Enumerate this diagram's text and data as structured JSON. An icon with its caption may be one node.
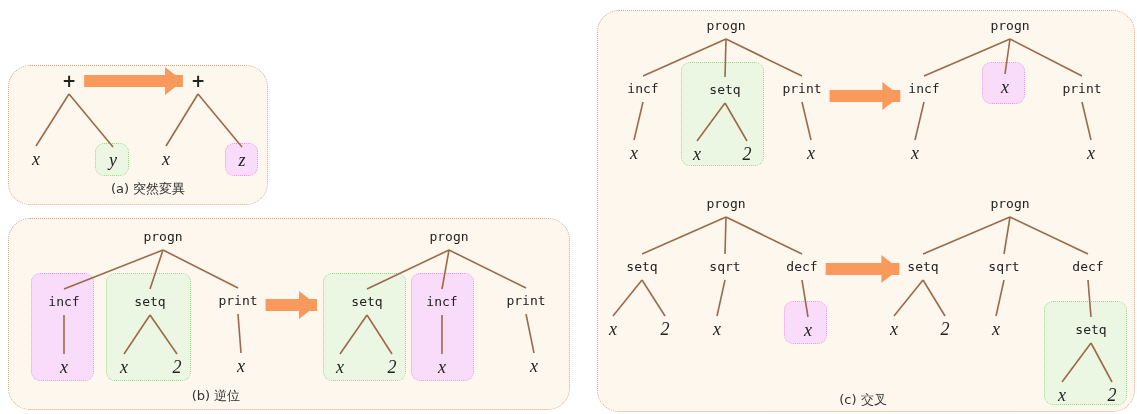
{
  "diagram": {
    "nodes": [
      {
        "text": [
          "(a) 突然変異"
        ]
      },
      {
        "text": [
          "+"
        ],
        "in": 0
      },
      {
        "text": [
          "x"
        ],
        "in": 0
      },
      {
        "text": [],
        "shape": "box",
        "in": 0
      },
      {
        "text": [
          "y"
        ],
        "in": 3
      },
      {
        "text": [
          "+"
        ],
        "in": 0
      },
      {
        "text": [
          "x"
        ],
        "in": 0
      },
      {
        "text": [],
        "shape": "box",
        "in": 0
      },
      {
        "text": [
          "z"
        ],
        "in": 7
      },
      {
        "text": [
          "(b) 逆位"
        ]
      },
      {
        "text": [
          "progn"
        ],
        "in": 9
      },
      {
        "text": [],
        "shape": "box",
        "in": 9
      },
      {
        "text": [
          "incf"
        ],
        "in": 11
      },
      {
        "text": [
          "x"
        ],
        "in": 11
      },
      {
        "text": [],
        "shape": "box",
        "in": 9
      },
      {
        "text": [
          "setq"
        ],
        "in": 14
      },
      {
        "text": [
          "x"
        ],
        "in": 14
      },
      {
        "text": [
          "2"
        ],
        "in": 14
      },
      {
        "text": [
          "print"
        ],
        "in": 9
      },
      {
        "text": [
          "x"
        ],
        "in": 9
      },
      {
        "text": [
          "progn"
        ],
        "in": 9
      },
      {
        "text": [],
        "shape": "box",
        "in": 9
      },
      {
        "text": [
          "setq"
        ],
        "in": 21
      },
      {
        "text": [
          "x"
        ],
        "in": 21
      },
      {
        "text": [
          "2"
        ],
        "in": 21
      },
      {
        "text": [],
        "shape": "box",
        "in": 9
      },
      {
        "text": [
          "incf"
        ],
        "in": 25
      },
      {
        "text": [
          "x"
        ],
        "in": 25
      },
      {
        "text": [
          "print"
        ],
        "in": 9
      },
      {
        "text": [
          "x"
        ],
        "in": 9
      },
      {
        "text": [
          "(c) 交叉"
        ]
      },
      {
        "text": [
          "progn"
        ],
        "in": 30
      },
      {
        "text": [
          "incf"
        ],
        "in": 30
      },
      {
        "text": [
          "x"
        ],
        "in": 30
      },
      {
        "text": [],
        "shape": "box",
        "in": 30
      },
      {
        "text": [
          "setq"
        ],
        "in": 34
      },
      {
        "text": [
          "x"
        ],
        "in": 34
      },
      {
        "text": [
          "2"
        ],
        "in": 34
      },
      {
        "text": [
          "print"
        ],
        "in": 30
      },
      {
        "text": [
          "x"
        ],
        "in": 30
      },
      {
        "text": [
          "progn"
        ],
        "in": 30
      },
      {
        "text": [
          "incf"
        ],
        "in": 30
      },
      {
        "text": [
          "x"
        ],
        "in": 30
      },
      {
        "text": [],
        "shape": "box",
        "in": 30
      },
      {
        "text": [
          "x"
        ],
        "in": 43
      },
      {
        "text": [
          "print"
        ],
        "in": 30
      },
      {
        "text": [
          "x"
        ],
        "in": 30
      },
      {
        "text": [
          "progn"
        ],
        "in": 30
      },
      {
        "text": [
          "setq"
        ],
        "in": 30
      },
      {
        "text": [
          "x"
        ],
        "in": 30
      },
      {
        "text": [
          "2"
        ],
        "in": 30
      },
      {
        "text": [
          "sqrt"
        ],
        "in": 30
      },
      {
        "text": [
          "x"
        ],
        "in": 30
      },
      {
        "text": [
          "decf"
        ],
        "in": 30
      },
      {
        "text": [],
        "shape": "box",
        "in": 30
      },
      {
        "text": [
          "x"
        ],
        "in": 54
      },
      {
        "text": [
          "progn"
        ],
        "in": 30
      },
      {
        "text": [
          "setq"
        ],
        "in": 30
      },
      {
        "text": [
          "x"
        ],
        "in": 30
      },
      {
        "text": [
          "2"
        ],
        "in": 30
      },
      {
        "text": [
          "sqrt"
        ],
        "in": 30
      },
      {
        "text": [
          "x"
        ],
        "in": 30
      },
      {
        "text": [
          "decf"
        ],
        "in": 30
      },
      {
        "text": [],
        "shape": "box",
        "in": 30
      },
      {
        "text": [
          "setq"
        ],
        "in": 63
      },
      {
        "text": [
          "x"
        ],
        "in": 63
      },
      {
        "text": [
          "2"
        ],
        "in": 63
      }
    ],
    "edges": [
      {
        "from": 1,
        "to": 2,
        "arrow": "none"
      },
      {
        "from": 1,
        "to": 4,
        "arrow": "none"
      },
      {
        "from": 5,
        "to": 6,
        "arrow": "none"
      },
      {
        "from": 5,
        "to": 8,
        "arrow": "none"
      },
      {
        "from": 10,
        "to": 12,
        "arrow": "none"
      },
      {
        "from": 10,
        "to": 15,
        "arrow": "none"
      },
      {
        "from": 10,
        "to": 18,
        "arrow": "none"
      },
      {
        "from": 12,
        "to": 13,
        "arrow": "none"
      },
      {
        "from": 15,
        "to": 16,
        "arrow": "none"
      },
      {
        "from": 15,
        "to": 17,
        "arrow": "none"
      },
      {
        "from": 18,
        "to": 19,
        "arrow": "none"
      },
      {
        "from": 20,
        "to": 22,
        "arrow": "none"
      },
      {
        "from": 20,
        "to": 26,
        "arrow": "none"
      },
      {
        "from": 20,
        "to": 28,
        "arrow": "none"
      },
      {
        "from": 22,
        "to": 23,
        "arrow": "none"
      },
      {
        "from": 22,
        "to": 24,
        "arrow": "none"
      },
      {
        "from": 26,
        "to": 27,
        "arrow": "none"
      },
      {
        "from": 28,
        "to": 29,
        "arrow": "none"
      },
      {
        "from": 31,
        "to": 32,
        "arrow": "none"
      },
      {
        "from": 31,
        "to": 35,
        "arrow": "none"
      },
      {
        "from": 31,
        "to": 38,
        "arrow": "none"
      },
      {
        "from": 32,
        "to": 33,
        "arrow": "none"
      },
      {
        "from": 35,
        "to": 36,
        "arrow": "none"
      },
      {
        "from": 35,
        "to": 37,
        "arrow": "none"
      },
      {
        "from": 38,
        "to": 39,
        "arrow": "none"
      },
      {
        "from": 40,
        "to": 41,
        "arrow": "none"
      },
      {
        "from": 40,
        "to": 44,
        "arrow": "none"
      },
      {
        "from": 40,
        "to": 45,
        "arrow": "none"
      },
      {
        "from": 41,
        "to": 42,
        "arrow": "none"
      },
      {
        "from": 45,
        "to": 46,
        "arrow": "none"
      },
      {
        "from": 47,
        "to": 48,
        "arrow": "none"
      },
      {
        "from": 47,
        "to": 51,
        "arrow": "none"
      },
      {
        "from": 47,
        "to": 53,
        "arrow": "none"
      },
      {
        "from": 48,
        "to": 49,
        "arrow": "none"
      },
      {
        "from": 48,
        "to": 50,
        "arrow": "none"
      },
      {
        "from": 51,
        "to": 52,
        "arrow": "none"
      },
      {
        "from": 53,
        "to": 55,
        "arrow": "none"
      },
      {
        "from": 56,
        "to": 57,
        "arrow": "none"
      },
      {
        "from": 56,
        "to": 60,
        "arrow": "none"
      },
      {
        "from": 56,
        "to": 62,
        "arrow": "none"
      },
      {
        "from": 57,
        "to": 58,
        "arrow": "none"
      },
      {
        "from": 57,
        "to": 59,
        "arrow": "none"
      },
      {
        "from": 60,
        "to": 61,
        "arrow": "none"
      },
      {
        "from": 62,
        "to": 64,
        "arrow": "none"
      },
      {
        "from": 64,
        "to": 65,
        "arrow": "none"
      },
      {
        "from": 64,
        "to": 66,
        "arrow": "none"
      },
      {
        "from": 1,
        "to": 5,
        "arrow": "to",
        "style": "thick",
        "color": "#f99a5c"
      },
      {
        "from": 18,
        "to": 21,
        "arrow": "to",
        "style": "thick",
        "color": "#f99a5c"
      },
      {
        "from": 38,
        "to": 41,
        "arrow": "to",
        "style": "thick",
        "color": "#f99a5c"
      },
      {
        "from": 53,
        "to": 57,
        "arrow": "to",
        "style": "thick",
        "color": "#f99a5c"
      }
    ]
  }
}
